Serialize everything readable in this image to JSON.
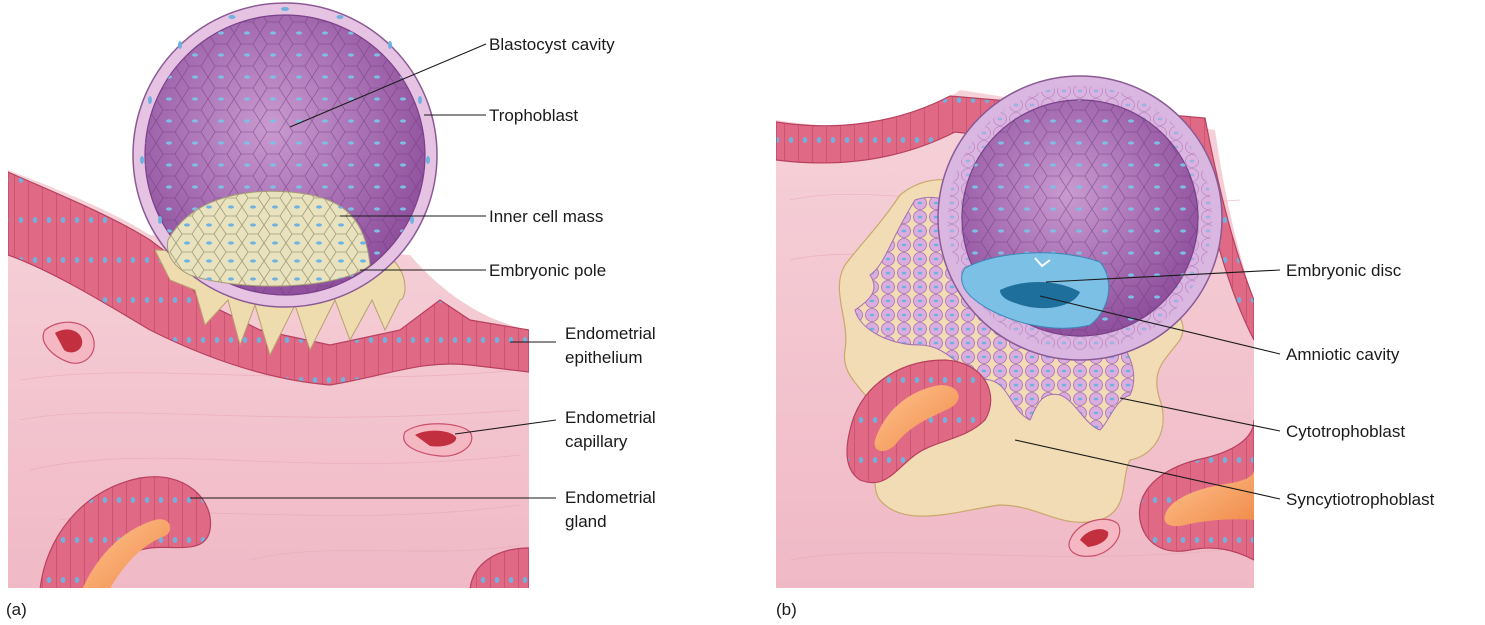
{
  "panel_a": {
    "caption": "(a)",
    "labels": {
      "blastocyst_cavity": "Blastocyst cavity",
      "trophoblast": "Trophoblast",
      "inner_cell_mass": "Inner cell mass",
      "embryonic_pole": "Embryonic pole",
      "endometrial_epithelium": [
        "Endometrial",
        "epithelium"
      ],
      "endometrial_capillary": [
        "Endometrial",
        "capillary"
      ],
      "endometrial_gland": [
        "Endometrial",
        "gland"
      ]
    }
  },
  "panel_b": {
    "caption": "(b)",
    "labels": {
      "embryonic_disc": "Embryonic disc",
      "amniotic_cavity": "Amniotic cavity",
      "cytotrophoblast": "Cytotrophoblast",
      "syncytiotrophoblast": "Syncytiotrophoblast"
    }
  },
  "colors": {
    "tissue": "#f3c5cf",
    "epithelium": "#e06a86",
    "cavity": "#9e5aa7",
    "trophoblast": "#e7c3e3",
    "inner_mass": "#e9e2bf",
    "syncytio": "#f1dcb5",
    "nucleus": "#6fb2e0",
    "disc": "#7cc0e6",
    "amnion": "#1f6f9c",
    "blood": "#c2303f"
  }
}
